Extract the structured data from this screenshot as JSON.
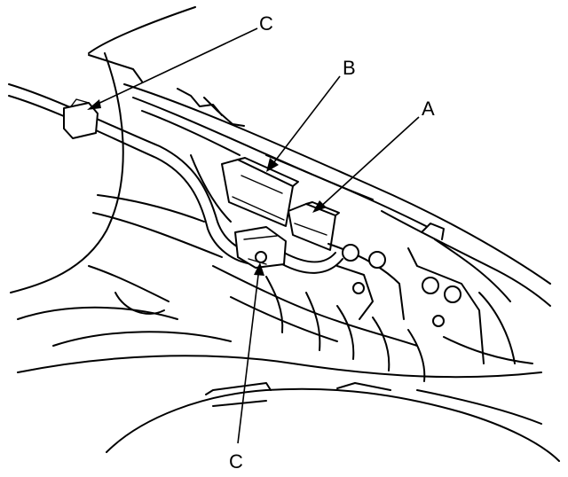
{
  "callouts": {
    "A": "A",
    "B": "B",
    "C_top": "C",
    "C_bottom": "C"
  },
  "colors": {
    "line": "#000000",
    "background": "#ffffff"
  }
}
